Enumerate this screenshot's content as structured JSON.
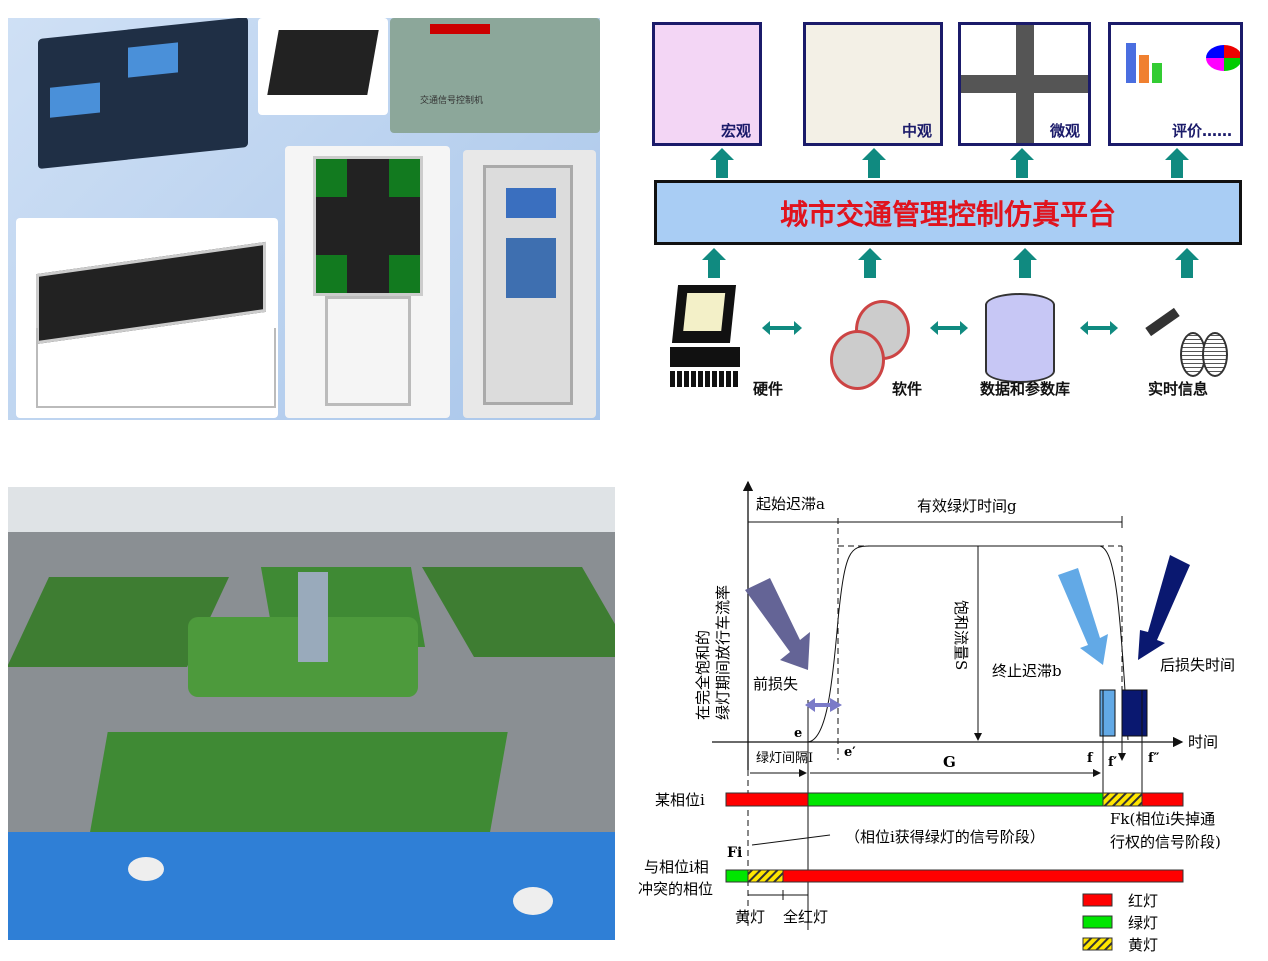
{
  "panel_top_left": {
    "device_labels": [
      "交通信号控制机"
    ]
  },
  "panel_top_right": {
    "views": [
      {
        "label": "宏观"
      },
      {
        "label": "中观"
      },
      {
        "label": "微观"
      },
      {
        "label": "评价……"
      }
    ],
    "platform_title": "城市交通管理控制仿真平台",
    "sources": [
      {
        "label": "硬件"
      },
      {
        "label": "软件"
      },
      {
        "label": "数据和参数库"
      },
      {
        "label": "实时信息"
      }
    ],
    "colors": {
      "platform_bg": "#a9cdf4",
      "platform_text": "#e0141e",
      "arrow": "#108a80",
      "box_border": "#1b1b6a"
    }
  },
  "panel_bottom_right": {
    "start_lag": "起始迟滞a",
    "effective_green": "有效绿灯时间g",
    "y_label_1": "在完全饱和的",
    "y_label_2": "绿灯期间放行车流率",
    "saturation_flow": "饱和流量S",
    "front_loss": "前损失",
    "end_lag": "终止迟滞b",
    "rear_loss": "后损失时间",
    "x_axis": "时间",
    "e": "e",
    "e_prime": "e′",
    "f": "f",
    "f_prime": "f′",
    "f_dprime": "f″",
    "G": "G",
    "green_interval": "绿灯间隔I",
    "phase_i": "某相位i",
    "fk_line1": "Fk(相位i失掉通",
    "fk_line2": "行权的信号阶段)",
    "phase_green_note": "（相位i获得绿灯的信号阶段）",
    "fi": "Fi",
    "conflict_1": "与相位i相",
    "conflict_2": "冲突的相位",
    "yellow": "黄灯",
    "all_red": "全红灯",
    "legend": [
      {
        "label": "红灯",
        "color": "#ff0000"
      },
      {
        "label": "绿灯",
        "color": "#00e600"
      },
      {
        "label": "黄灯",
        "color": "#ffe600"
      }
    ]
  }
}
